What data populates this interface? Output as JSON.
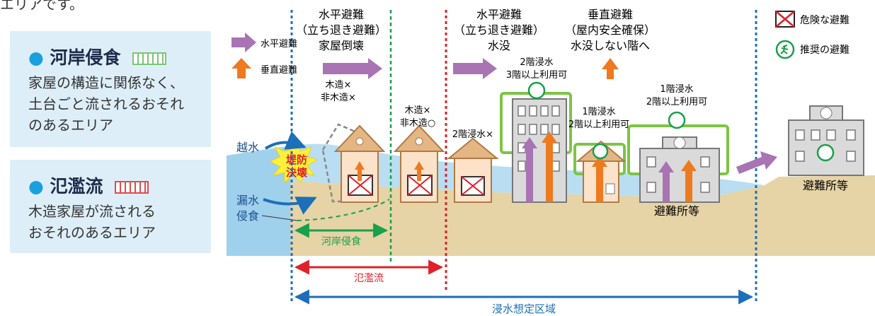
{
  "top_text": "エリアです。",
  "legend": {
    "bank_erosion": {
      "title": "河岸侵食",
      "desc1": "家屋の構造に関係なく、",
      "desc2": "土台ごと流されるおそれ",
      "desc3": "のあるエリア",
      "swatch_color": "#7cc576"
    },
    "flood_flow": {
      "title": "氾濫流",
      "desc1": "木造家屋が流される",
      "desc2": "おそれのあるエリア",
      "swatch_color": "#e04b4b"
    }
  },
  "arrow_legend": {
    "horizontal": "水平避難",
    "vertical": "垂直避難"
  },
  "headings": {
    "h1": [
      "水平避難",
      "（立ち退き避難）",
      "家屋倒壊"
    ],
    "h2": [
      "水平避難",
      "（立ち退き避難）",
      "水没"
    ],
    "h3": [
      "垂直避難",
      "（屋内安全確保）",
      "水没しない階へ"
    ]
  },
  "key": {
    "danger": "危険な避難",
    "recommended": "推奨の避難"
  },
  "labels": {
    "wood_nonwood_x": [
      "木造×",
      "非木造×"
    ],
    "wood_x_nonwood_o": [
      "木造×",
      "非木造○"
    ],
    "floor2_x": "2階浸水×",
    "floor2_3up": [
      "2階浸水",
      "3階以上利用可"
    ],
    "floor1_2up_a": [
      "1階浸水",
      "2階以上利用可"
    ],
    "floor1_2up_b": [
      "1階浸水",
      "2階以上利用可"
    ],
    "overflow": "越水",
    "leak": "漏水",
    "erosion": "侵食",
    "levee_break": [
      "堤防",
      "決壊"
    ],
    "shelter_mid": "避難所等",
    "shelter_right": "避難所等"
  },
  "bottom": {
    "bank_erosion": "河岸侵食",
    "flood_flow": "氾濫流",
    "inundation": "浸水想定区域"
  },
  "colors": {
    "purple": "#a974b3",
    "orange": "#ee7a1f",
    "green": "#19a04b",
    "red": "#e0202a",
    "blue": "#1c6fb8",
    "ground": "#e6d3a6",
    "water": "#b9def2",
    "building": "#dadada"
  }
}
